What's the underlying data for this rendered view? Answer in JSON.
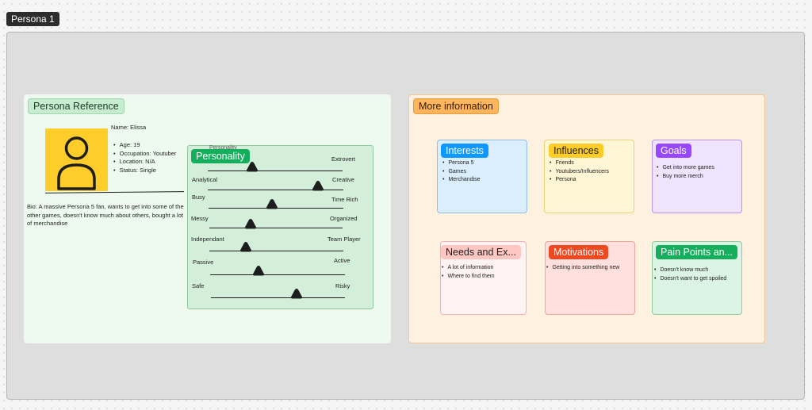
{
  "frame": {
    "title": "Persona 1"
  },
  "persona_reference": {
    "label": "Persona Reference",
    "name": "Name: Elissa",
    "details": [
      "Age: 19",
      "Occupation: Youtuber",
      "Location: N/A",
      "Status: Single"
    ],
    "bio": "Bio: A massive Persona 5 fan, wants to get into some of the other games, doesn't know much about others, bought a lot of merchandise",
    "avatar_icon": "person-silhouette-icon"
  },
  "personality": {
    "label": "Personality",
    "ghost_label": "Personality",
    "sliders": [
      {
        "left": "",
        "right": "Extrovert",
        "value": 0.33
      },
      {
        "left": "Analytical",
        "right": "Creative",
        "value": 0.81
      },
      {
        "left": "Busy",
        "right": "Time Rich",
        "value": 0.47
      },
      {
        "left": "Messy",
        "right": "Organized",
        "value": 0.31
      },
      {
        "left": "Independant",
        "right": "Team Player",
        "value": 0.27
      },
      {
        "left": "Passive",
        "right": "Active",
        "value": 0.36
      },
      {
        "left": "Safe",
        "right": "Risky",
        "value": 0.64
      }
    ]
  },
  "more_information": {
    "label": "More information",
    "cards": [
      {
        "title": "Interests",
        "items": [
          "Persona 5",
          "Games",
          "Merchandise"
        ],
        "bg": "#dbeeff",
        "border": "#8fbde6",
        "tag_bg": "#0d99ff",
        "tag_color": "#ffffff"
      },
      {
        "title": "Influences",
        "items": [
          "Friends",
          "Youtubers/Influencers",
          "Persona"
        ],
        "bg": "#fff6d6",
        "border": "#ecd27a",
        "tag_bg": "#ffcd29",
        "tag_color": "#1e1e1e"
      },
      {
        "title": "Goals",
        "items": [
          "Get into more games",
          "Buy more merch"
        ],
        "bg": "#efe3ff",
        "border": "#b894ec",
        "tag_bg": "#9747ff",
        "tag_color": "#ffffff"
      },
      {
        "title": "Needs and Ex...",
        "items": [
          "A lot of information",
          "Where to find them"
        ],
        "bg": "#fff2f2",
        "border": "#efb3b3",
        "tag_bg": "#ffc7c2",
        "tag_color": "#1e1e1e"
      },
      {
        "title": "Motivations",
        "items": [
          "Getting into something new"
        ],
        "bg": "#ffe0dc",
        "border": "#eea59a",
        "tag_bg": "#f24822",
        "tag_color": "#ffffff"
      },
      {
        "title": "Pain Points an...",
        "items": [
          "Doesn't know much",
          "Doesn't want to get spoiled"
        ],
        "bg": "#dcf4e3",
        "border": "#8fcb9f",
        "tag_bg": "#14ae5c",
        "tag_color": "#ffffff"
      }
    ]
  }
}
